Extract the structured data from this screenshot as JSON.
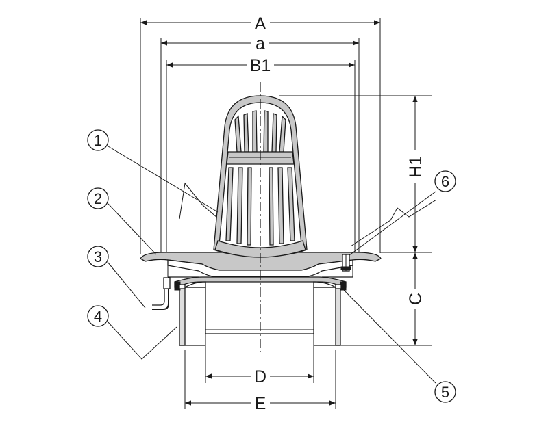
{
  "dimensions": {
    "A": "A",
    "a": "a",
    "B1": "B1",
    "H1": "H1",
    "C": "C",
    "D": "D",
    "E": "E"
  },
  "callouts": [
    "1",
    "2",
    "3",
    "4",
    "5",
    "6"
  ],
  "colors": {
    "line": "#1a1a1a",
    "fill_grey": "#c8c8c8",
    "background": "#ffffff"
  }
}
